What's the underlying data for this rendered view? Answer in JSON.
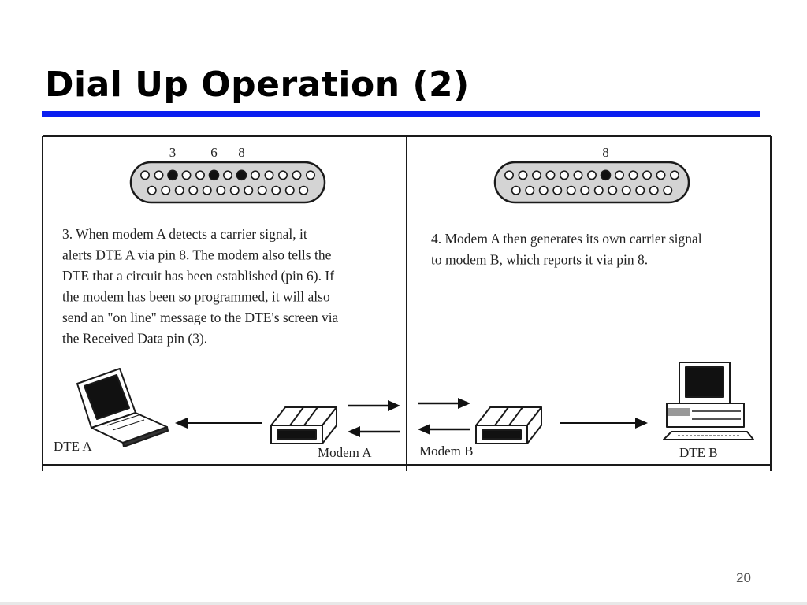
{
  "slide": {
    "title": "Dial Up Operation (2)",
    "page_number": "20",
    "colors": {
      "title_rule": "#0a1ef0",
      "diagram_ink": "#1a1a1a"
    }
  },
  "left_panel": {
    "connector_pin_labels": [
      "3",
      "6",
      "8"
    ],
    "active_pins": [
      3,
      6,
      8
    ],
    "caption_lines": [
      "3. When modem A detects a carrier signal, it",
      "alerts DTE A via pin 8. The modem also tells the",
      "DTE that a circuit has been established (pin 6). If",
      "the modem has been so programmed, it will also",
      "send an \"on line\" message to the DTE's screen via",
      "the Received Data pin (3)."
    ],
    "terminal_label": "DTE A",
    "modem_label": "Modem A"
  },
  "right_panel": {
    "connector_pin_labels": [
      "8"
    ],
    "active_pins": [
      8
    ],
    "caption_lines": [
      "4. Modem A then generates its own carrier signal",
      "to modem B, which reports it via pin 8."
    ],
    "modem_label": "Modem B",
    "terminal_label": "DTE B"
  },
  "icons": {
    "laptop": "laptop-icon",
    "modem": "modem-icon",
    "desktop": "desktop-computer-icon",
    "arrow": "arrow-icon"
  }
}
